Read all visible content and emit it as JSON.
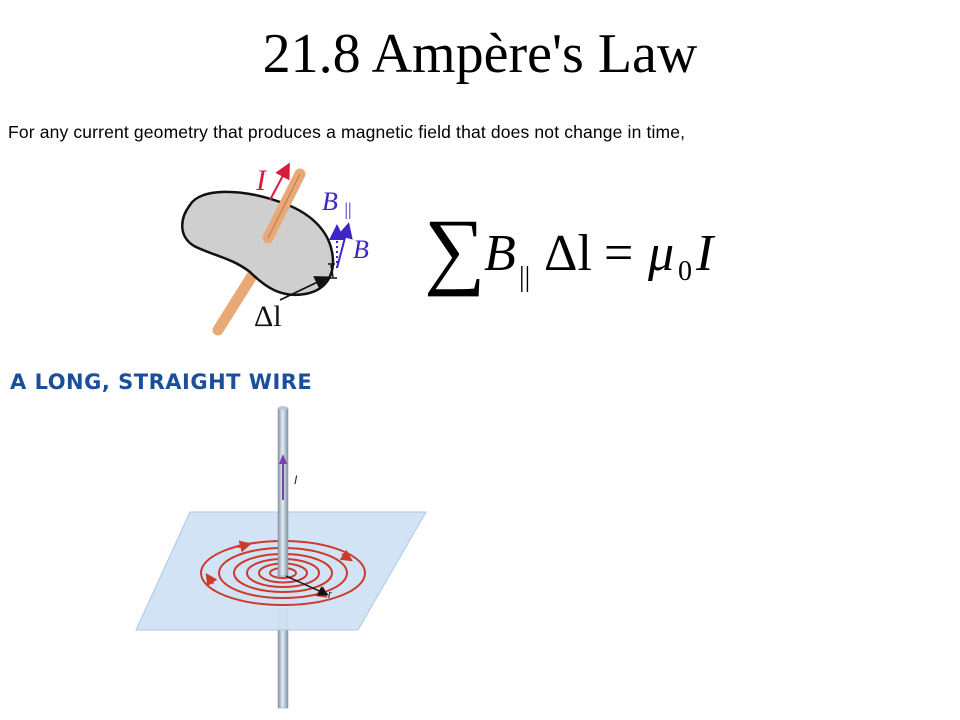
{
  "title": "21.8 Ampère's Law",
  "intro": "For any current geometry that produces a magnetic field that does not change in time,",
  "section": "A LONG, STRAIGHT WIRE",
  "figure1": {
    "current": "I",
    "b_parallel": "B",
    "b_parallel_sub": "||",
    "b": "B",
    "dl": "Δl",
    "colors": {
      "current": "#d81b3c",
      "field": "#3f25c8",
      "wire": "#e8a977",
      "surface": "#cfcfcf"
    }
  },
  "equation": {
    "sum": "∑",
    "b": "B",
    "sub": "||",
    "dl": "Δl",
    "eq": "=",
    "mu": "μ",
    "mu_sub": "0",
    "i": "I"
  },
  "figure2": {
    "current": "I",
    "radius": "r",
    "colors": {
      "loops": "#cc3a2b",
      "plane": "#cfe2f5",
      "wire": "#9fb4c6",
      "arrow": "#7a3ea6"
    }
  }
}
